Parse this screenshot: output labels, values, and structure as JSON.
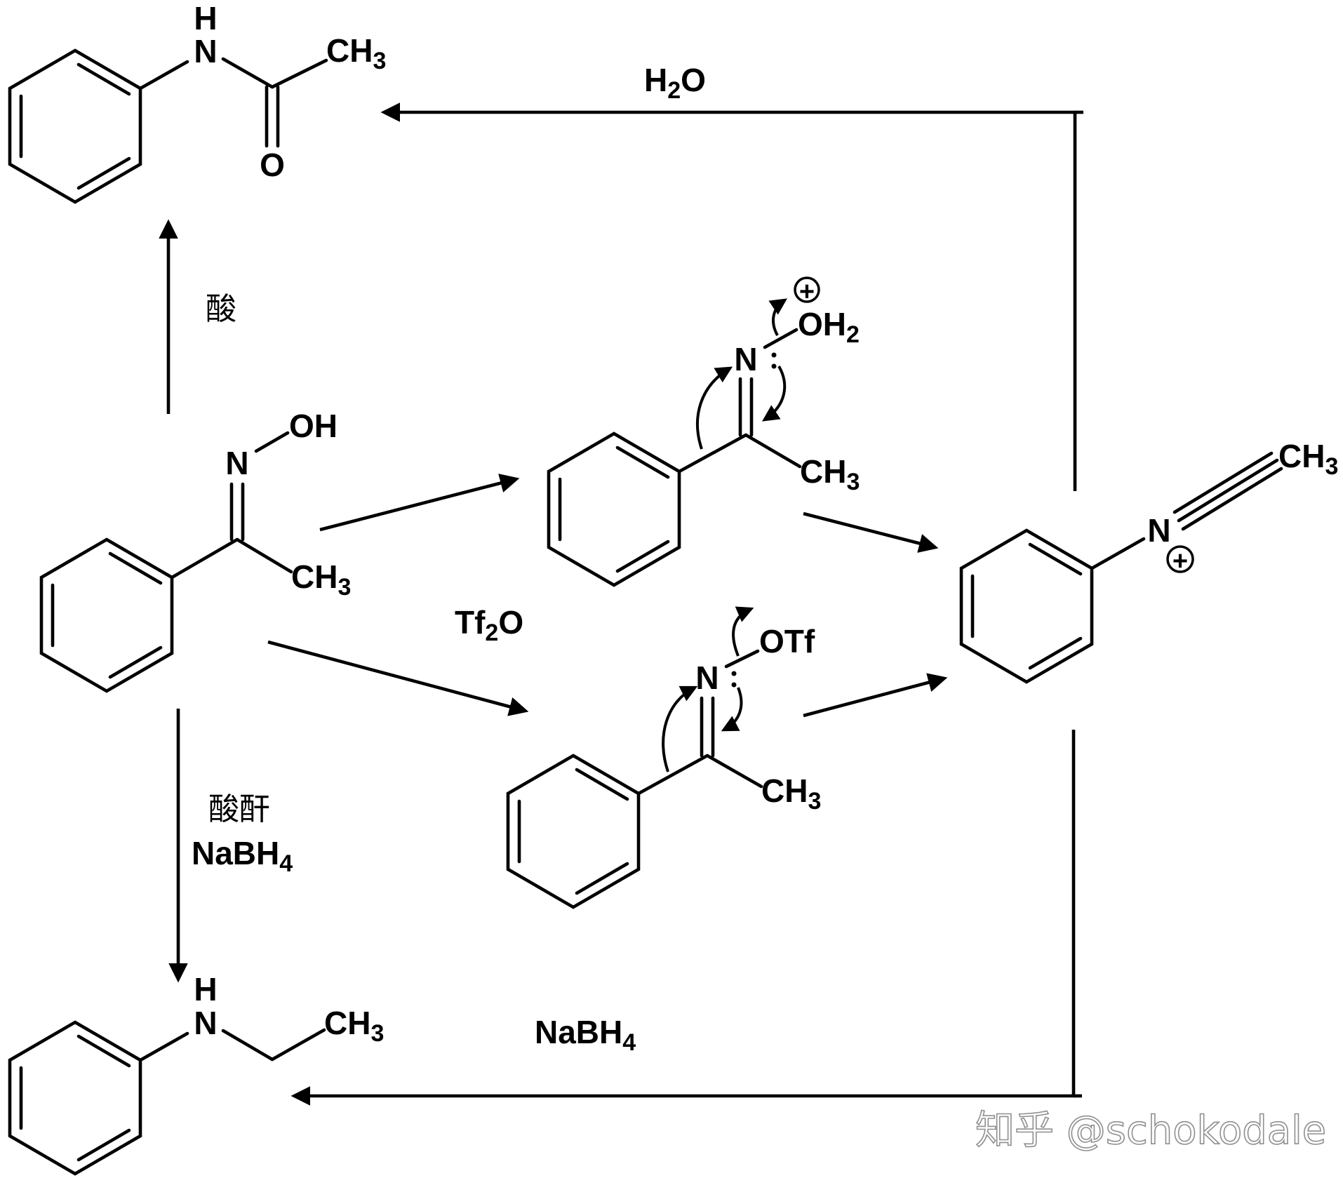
{
  "molecules": {
    "acetanilide": {
      "nh": "H",
      "n": "N",
      "ch3": "CH",
      "ch3_sub": "3",
      "o": "O"
    },
    "oxime": {
      "oh": "OH",
      "n": "N",
      "ch3": "CH",
      "ch3_sub": "3"
    },
    "protonated_oxime": {
      "n": "N",
      "oh2": "OH",
      "oh2_sub": "2",
      "ch3": "CH",
      "ch3_sub": "3",
      "charge": "+"
    },
    "triflate_ester": {
      "n": "N",
      "otf": "OTf",
      "ch3": "CH",
      "ch3_sub": "3"
    },
    "nitrilium": {
      "n": "N",
      "ch3": "CH",
      "ch3_sub": "3",
      "charge": "+"
    },
    "ethylaniline": {
      "nh": "H",
      "n": "N",
      "ch3": "CH",
      "ch3_sub": "3"
    }
  },
  "reagents": {
    "water": {
      "main": "H",
      "sub": "2",
      "tail": "O"
    },
    "acid": "酸",
    "tf2o": {
      "main": "Tf",
      "sub": "2",
      "tail": "O"
    },
    "anhydride": "酸酐",
    "nabh4_left": {
      "main": "NaBH",
      "sub": "4"
    },
    "nabh4_bottom": {
      "main": "NaBH",
      "sub": "4"
    }
  },
  "watermark": "知乎 @schokodale"
}
